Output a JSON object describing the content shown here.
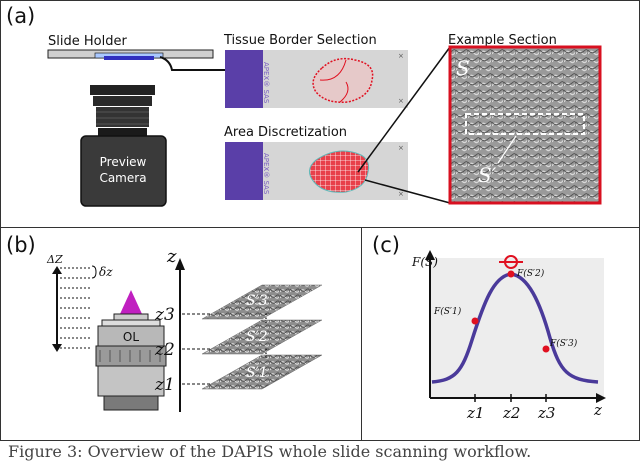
{
  "panel_a": {
    "label": "(a)",
    "slide_holder": "Slide Holder",
    "camera_line1": "Preview",
    "camera_line2": "Camera",
    "tissue_border": "Tissue Border Selection",
    "area_disc": "Area Discretization",
    "example_section": "Example Section",
    "section_s": "S",
    "section_s_prime": "S′",
    "slide_text": "APEX® SAS"
  },
  "panel_b": {
    "label": "(b)",
    "delta_Z": "ΔZ",
    "delta_z": "δz",
    "objective": "OL",
    "axis_z": "z",
    "z3": "z3",
    "z2": "z2",
    "z1": "z1",
    "s3": "S′3",
    "s2": "S′2",
    "s1": "S′1"
  },
  "panel_c": {
    "label": "(c)",
    "y_axis": "F(S)",
    "x_axis": "z",
    "p1": "F(S′1)",
    "p2": "F(S′2)",
    "p3": "F(S′3)",
    "t1": "z1",
    "t2": "z2",
    "t3": "z3"
  },
  "colors": {
    "curve": "#4a3a9a",
    "point": "#e01020",
    "frame": "#d81020",
    "slide_purple": "#5a3fa8",
    "objective_tip": "#c020c0"
  },
  "caption": "Figure 3: Overview of the DAPIS whole slide scanning workflow."
}
